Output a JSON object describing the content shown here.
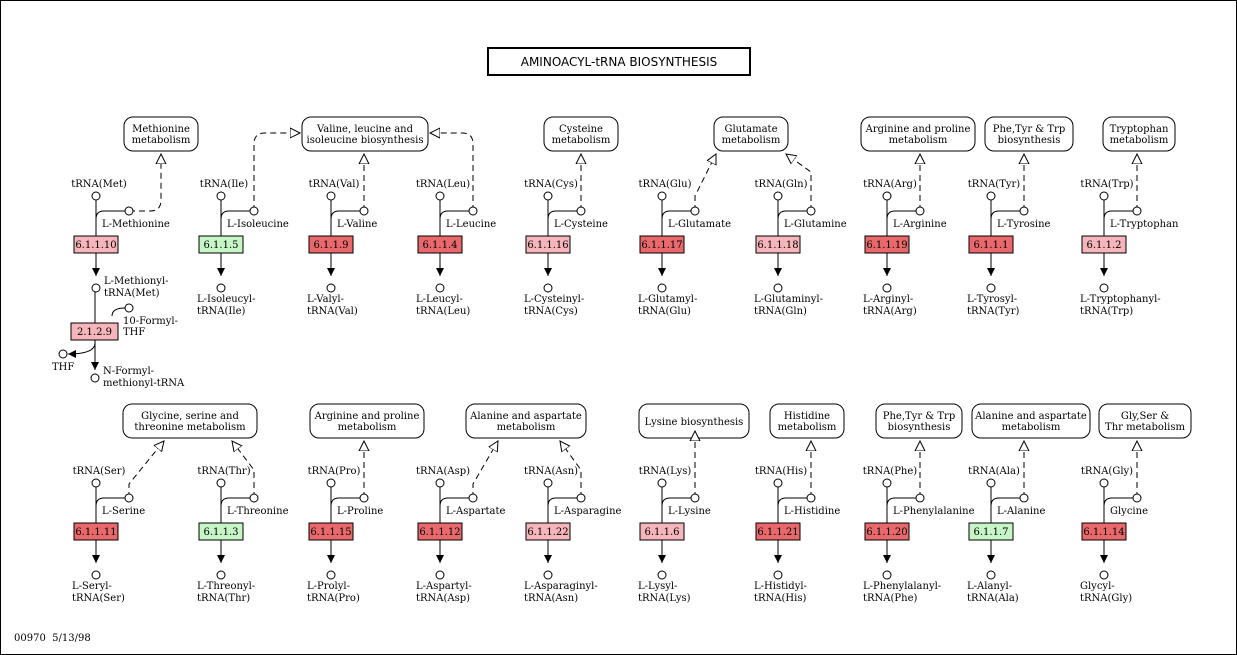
{
  "title": "AMINOACYL-tRNA BIOSYNTHESIS",
  "footer": "00970  5/13/98",
  "colors": {
    "enzyme_red": "#e8686b",
    "enzyme_pink": "#f5b5ba",
    "enzyme_green": "#c6f5c6",
    "line": "#000000"
  },
  "met_extra": {
    "enzyme_2": "2.1.2.9",
    "methionyl_trna": [
      "L-Methionyl-",
      "tRNA(Met)"
    ],
    "formyl_thf": [
      "10-Formyl-",
      "THF"
    ],
    "thf": "THF",
    "formyl_product": [
      "N-Formyl-",
      "methionyl-tRNA"
    ]
  },
  "units": [
    {
      "trna": "tRNA(Met)",
      "aa": "L-Methionine",
      "ec": "6.1.1.10",
      "color": "pink",
      "product": [
        "L-Methionyl-",
        "tRNA(Met)"
      ],
      "pathway": [
        "Methionine",
        "metabolism"
      ]
    },
    {
      "trna": "tRNA(Ile)",
      "aa": "L-Isoleucine",
      "ec": "6.1.1.5",
      "color": "green",
      "product": [
        "L-Isoleucyl-",
        "tRNA(Ile)"
      ],
      "pathway": [
        "Valine, leucine and",
        "isoleucine biosynthesis"
      ]
    },
    {
      "trna": "tRNA(Val)",
      "aa": "L-Valine",
      "ec": "6.1.1.9",
      "color": "red",
      "product": [
        "L-Valyl-",
        "tRNA(Val)"
      ],
      "pathway": [
        "Valine, leucine and",
        "isoleucine biosynthesis"
      ]
    },
    {
      "trna": "tRNA(Leu)",
      "aa": "L-Leucine",
      "ec": "6.1.1.4",
      "color": "red",
      "product": [
        "L-Leucyl-",
        "tRNA(Leu)"
      ],
      "pathway": [
        "Valine, leucine and",
        "isoleucine biosynthesis"
      ]
    },
    {
      "trna": "tRNA(Cys)",
      "aa": "L-Cysteine",
      "ec": "6.1.1.16",
      "color": "pink",
      "product": [
        "L-Cysteinyl-",
        "tRNA(Cys)"
      ],
      "pathway": [
        "Cysteine",
        "metabolism"
      ]
    },
    {
      "trna": "tRNA(Glu)",
      "aa": "L-Glutamate",
      "ec": "6.1.1.17",
      "color": "red",
      "product": [
        "L-Glutamyl-",
        "tRNA(Glu)"
      ],
      "pathway": [
        "Glutamate",
        "metabolism"
      ]
    },
    {
      "trna": "tRNA(Gln)",
      "aa": "L-Glutamine",
      "ec": "6.1.1.18",
      "color": "pink",
      "product": [
        "L-Glutaminyl-",
        "tRNA(Gln)"
      ],
      "pathway": [
        "Glutamate",
        "metabolism"
      ]
    },
    {
      "trna": "tRNA(Arg)",
      "aa": "L-Arginine",
      "ec": "6.1.1.19",
      "color": "red",
      "product": [
        "L-Arginyl-",
        "tRNA(Arg)"
      ],
      "pathway": [
        "Arginine and proline",
        "metabolism"
      ]
    },
    {
      "trna": "tRNA(Tyr)",
      "aa": "L-Tyrosine",
      "ec": "6.1.1.1",
      "color": "red",
      "product": [
        "L-Tyrosyl-",
        "tRNA(Tyr)"
      ],
      "pathway": [
        "Phe,Tyr & Trp",
        "biosynthesis"
      ]
    },
    {
      "trna": "tRNA(Trp)",
      "aa": "L-Tryptophan",
      "ec": "6.1.1.2",
      "color": "pink",
      "product": [
        "L-Tryptophanyl-",
        "tRNA(Trp)"
      ],
      "pathway": [
        "Tryptophan",
        "metabolism"
      ]
    },
    {
      "trna": "tRNA(Ser)",
      "aa": "L-Serine",
      "ec": "6.1.1.11",
      "color": "red",
      "product": [
        "L-Seryl-",
        "tRNA(Ser)"
      ],
      "pathway": [
        "Glycine, serine and",
        "threonine metabolism"
      ]
    },
    {
      "trna": "tRNA(Thr)",
      "aa": "L-Threonine",
      "ec": "6.1.1.3",
      "color": "green",
      "product": [
        "L-Threonyl-",
        "tRNA(Thr)"
      ],
      "pathway": [
        "Glycine, serine and",
        "threonine metabolism"
      ]
    },
    {
      "trna": "tRNA(Pro)",
      "aa": "L-Proline",
      "ec": "6.1.1.15",
      "color": "red",
      "product": [
        "L-Prolyl-",
        "tRNA(Pro)"
      ],
      "pathway": [
        "Arginine and proline",
        "metabolism"
      ]
    },
    {
      "trna": "tRNA(Asp)",
      "aa": "L-Aspartate",
      "ec": "6.1.1.12",
      "color": "red",
      "product": [
        "L-Aspartyl-",
        "tRNA(Asp)"
      ],
      "pathway": [
        "Alanine and aspartate",
        "metabolism"
      ]
    },
    {
      "trna": "tRNA(Asn)",
      "aa": "L-Asparagine",
      "ec": "6.1.1.22",
      "color": "pink",
      "product": [
        "L-Asparaginyl-",
        "tRNA(Asn)"
      ],
      "pathway": [
        "Alanine and aspartate",
        "metabolism"
      ]
    },
    {
      "trna": "tRNA(Lys)",
      "aa": "L-Lysine",
      "ec": "6.1.1.6",
      "color": "pink",
      "product": [
        "L-Lysyl-",
        "tRNA(Lys)"
      ],
      "pathway": [
        "Lysine biosynthesis"
      ]
    },
    {
      "trna": "tRNA(His)",
      "aa": "L-Histidine",
      "ec": "6.1.1.21",
      "color": "red",
      "product": [
        "L-Histidyl-",
        "tRNA(His)"
      ],
      "pathway": [
        "Histidine",
        "metabolism"
      ]
    },
    {
      "trna": "tRNA(Phe)",
      "aa": "L-Phenylalanine",
      "ec": "6.1.1.20",
      "color": "red",
      "product": [
        "L-Phenylalanyl-",
        "tRNA(Phe)"
      ],
      "pathway": [
        "Phe,Tyr & Trp",
        "biosynthesis"
      ]
    },
    {
      "trna": "tRNA(Ala)",
      "aa": "L-Alanine",
      "ec": "6.1.1.7",
      "color": "green",
      "product": [
        "L-Alanyl-",
        "tRNA(Ala)"
      ],
      "pathway": [
        "Alanine and aspartate",
        "metabolism"
      ]
    },
    {
      "trna": "tRNA(Gly)",
      "aa": "Glycine",
      "ec": "6.1.1.14",
      "color": "red",
      "product": [
        "Glycyl-",
        "tRNA(Gly)"
      ],
      "pathway": [
        "Gly,Ser &",
        "Thr metabolism"
      ]
    }
  ]
}
